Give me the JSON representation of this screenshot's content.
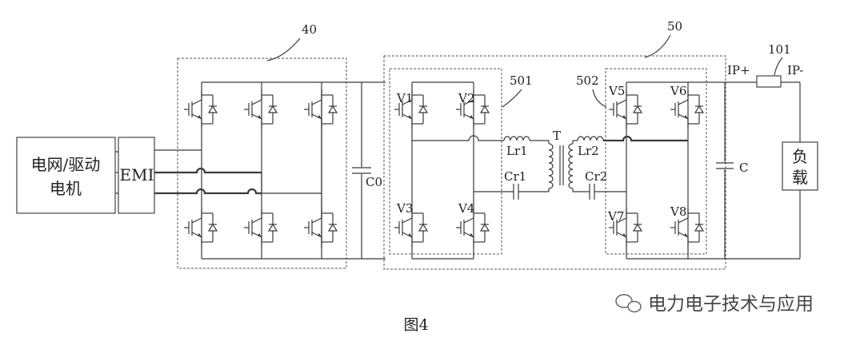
{
  "blocks": {
    "grid_label_line1": "电网/驱动",
    "grid_label_line2": "电机",
    "emi": "EMI",
    "load_line1": "负",
    "load_line2": "载",
    "resistor": "101"
  },
  "refs": {
    "module_40": "40",
    "module_50": "50",
    "ref_501": "501",
    "ref_502": "502"
  },
  "components": {
    "c0": "C0",
    "c": "C",
    "v1": "V1",
    "v2": "V2",
    "v3": "V3",
    "v4": "V4",
    "v5": "V5",
    "v6": "V6",
    "v7": "V7",
    "v8": "V8",
    "lr1": "Lr1",
    "lr2": "Lr2",
    "cr1": "Cr1",
    "cr2": "Cr2",
    "t": "T",
    "ip_plus": "IP+",
    "ip_minus": "IP-"
  },
  "caption": "图4",
  "watermark": "电力电子技术与应用"
}
